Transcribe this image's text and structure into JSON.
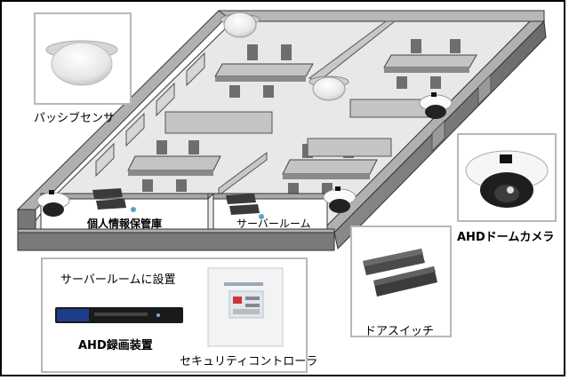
{
  "labels": {
    "passive_sensor": "パッシブセンサ",
    "ahd_dome_camera": "AHDドームカメラ",
    "door_switch": "ドアスイッチ",
    "controller": "セキュリティコントローラ",
    "ahd_recorder": "AHD録画装置",
    "server_room_install": "サーバールームに設置",
    "room_personal_info": "個人情報保管庫",
    "room_server": "サーバールーム"
  },
  "colors": {
    "floor": "#e8e8e8",
    "wall_top": "#a8a8a8",
    "wall_side": "#6f6f6f",
    "furniture": "#bdbdbd",
    "chair": "#6e6e6e",
    "box_border": "#b8b8b8"
  }
}
